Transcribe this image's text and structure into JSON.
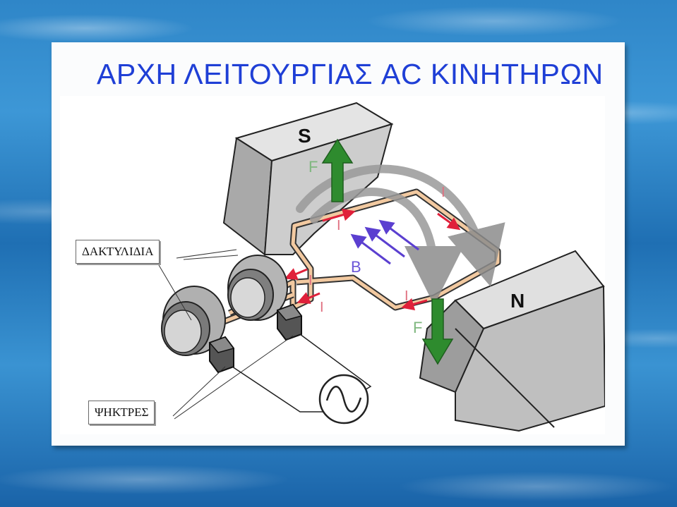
{
  "slide": {
    "title": "ΑΡΧΗ ΛΕΙΤΟΥΡΓΙΑΣ AC ΚΙΝΗΤΗΡΩΝ"
  },
  "diagram": {
    "pole_south": "S",
    "pole_north": "N",
    "force_label": "F",
    "current_label": "I",
    "field_label": "B",
    "rings_callout": "ΔΑΚΤΥΛΙΔΙΑ",
    "brushes_callout": "ΨΗΚΤΡΕΣ"
  },
  "colors": {
    "title": "#1f3fd6",
    "force_arrow": "#2e8b2e",
    "current_arrow": "#e0203a",
    "field_arrow": "#5b3fd0",
    "magnet": "#cfcfcf",
    "loop": "#f2c9a0"
  }
}
